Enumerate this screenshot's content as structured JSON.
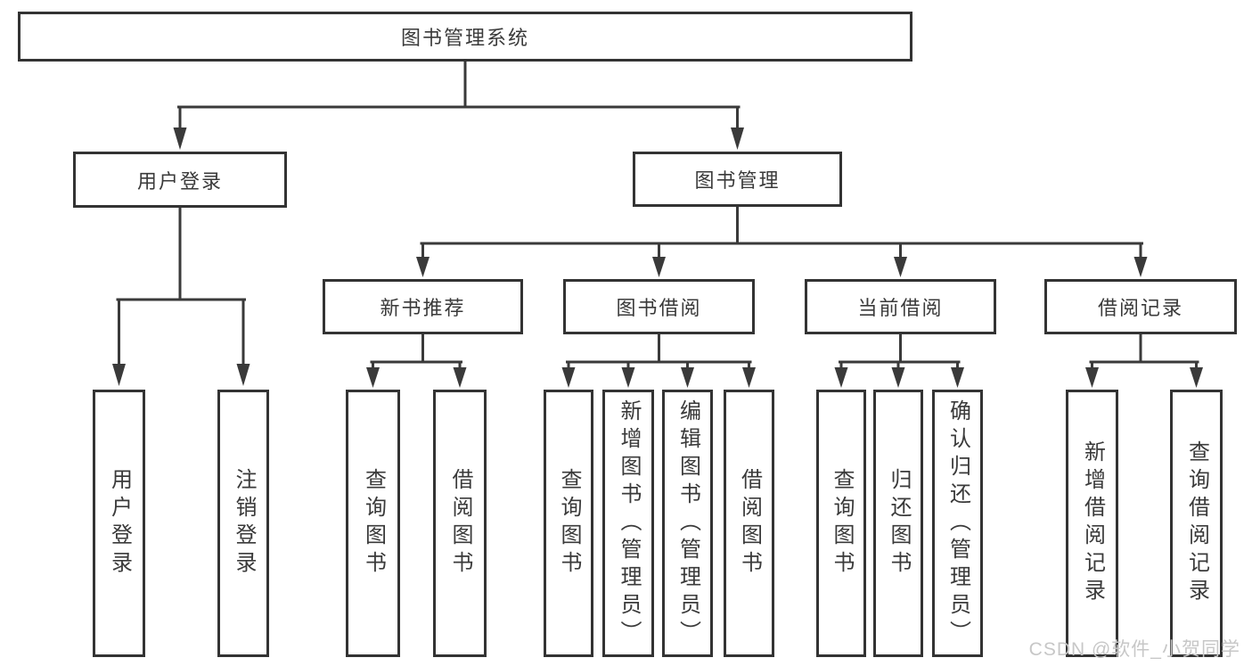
{
  "diagram": {
    "root": {
      "label": "图书管理系统"
    },
    "branches": [
      {
        "label": "用户登录",
        "children": [
          {
            "label": "用户登录"
          },
          {
            "label": "注销登录"
          }
        ]
      },
      {
        "label": "图书管理",
        "children": [
          {
            "label": "新书推荐",
            "children": [
              {
                "label": "查询图书"
              },
              {
                "label": "借阅图书"
              }
            ]
          },
          {
            "label": "图书借阅",
            "children": [
              {
                "label": "查询图书"
              },
              {
                "label": "新增图书（管理员）"
              },
              {
                "label": "编辑图书（管理员）"
              },
              {
                "label": "借阅图书"
              }
            ]
          },
          {
            "label": "当前借阅",
            "children": [
              {
                "label": "查询图书"
              },
              {
                "label": "归还图书"
              },
              {
                "label": "确认归还（管理员）"
              }
            ]
          },
          {
            "label": "借阅记录",
            "children": [
              {
                "label": "新增借阅记录"
              },
              {
                "label": "查询借阅记录"
              }
            ]
          }
        ]
      }
    ]
  },
  "watermark": {
    "text": "CSDN @软件_小贺同学"
  },
  "colors": {
    "line": "#3a3a3a",
    "border": "#333333",
    "text": "#3a3a3a",
    "background": "#ffffff",
    "watermark": "#c7c7c7"
  }
}
